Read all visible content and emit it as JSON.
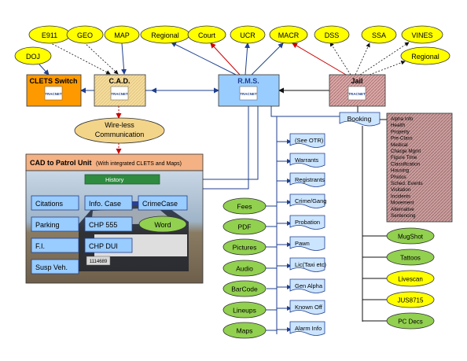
{
  "top_ovals": {
    "e911": "E911",
    "geo": "GEO",
    "map": "MAP",
    "regional": "Regional",
    "court": "Court",
    "ucr": "UCR",
    "macr": "MACR",
    "dss": "DSS",
    "ssa": "SSA",
    "vines": "VINES",
    "doj": "DOJ",
    "regional2": "Regional"
  },
  "nodes": {
    "clets": "CLETS Switch",
    "cad": "C.A.D.",
    "rms": "R.M.S.",
    "jail": "Jail",
    "logo": "TRACNET"
  },
  "wireless": {
    "line1": "Wire-less",
    "line2": "Communication"
  },
  "patrol": {
    "title": "CAD to Patrol Unit",
    "subtitle": "(With integrated CLETS and Maps)",
    "history": "History",
    "plate": "1114689",
    "left_col": [
      "Citations",
      "Parking",
      "F.I.",
      "Susp Veh."
    ],
    "mid_col": [
      "Info. Case",
      "CHP 555",
      "CHP DUI"
    ],
    "crimecase": "CrimeCase",
    "word": "Word"
  },
  "booking": {
    "label": "Booking",
    "items": [
      "Alpha Info",
      "Health",
      "Property",
      "Pre-Class",
      "Medical",
      "Charge Mgmt",
      "Figure Time",
      "Classification",
      "Housing",
      "Photos",
      "Sched. Events",
      "Visitation",
      "Incidents",
      "Movement",
      "Alternative",
      "Sentencing"
    ]
  },
  "rms_modules": [
    "(See OTR)",
    "Warrants",
    "Registrants",
    "Crime/Gang",
    "Probation",
    "Pawn",
    "Lic(Taxi etc)",
    "Gen Alpha",
    "Known Off",
    "Alarm Info"
  ],
  "green_ovals": [
    "Fees",
    "PDF",
    "Pictures",
    "Audio",
    "BarCode",
    "Lineups",
    "Maps"
  ],
  "jail_ovals": [
    "MugShot",
    "Tattoos",
    "Livescan",
    "JUS8715",
    "PC Decs"
  ],
  "colors": {
    "yellow": "#ffff00",
    "green": "#92d050",
    "clets": "#ff9900",
    "cad": "#f2d89a",
    "rms": "#99ccff",
    "jail": "#d6a7a7",
    "module": "#cce5ff",
    "wireless": "#f3d58a"
  }
}
